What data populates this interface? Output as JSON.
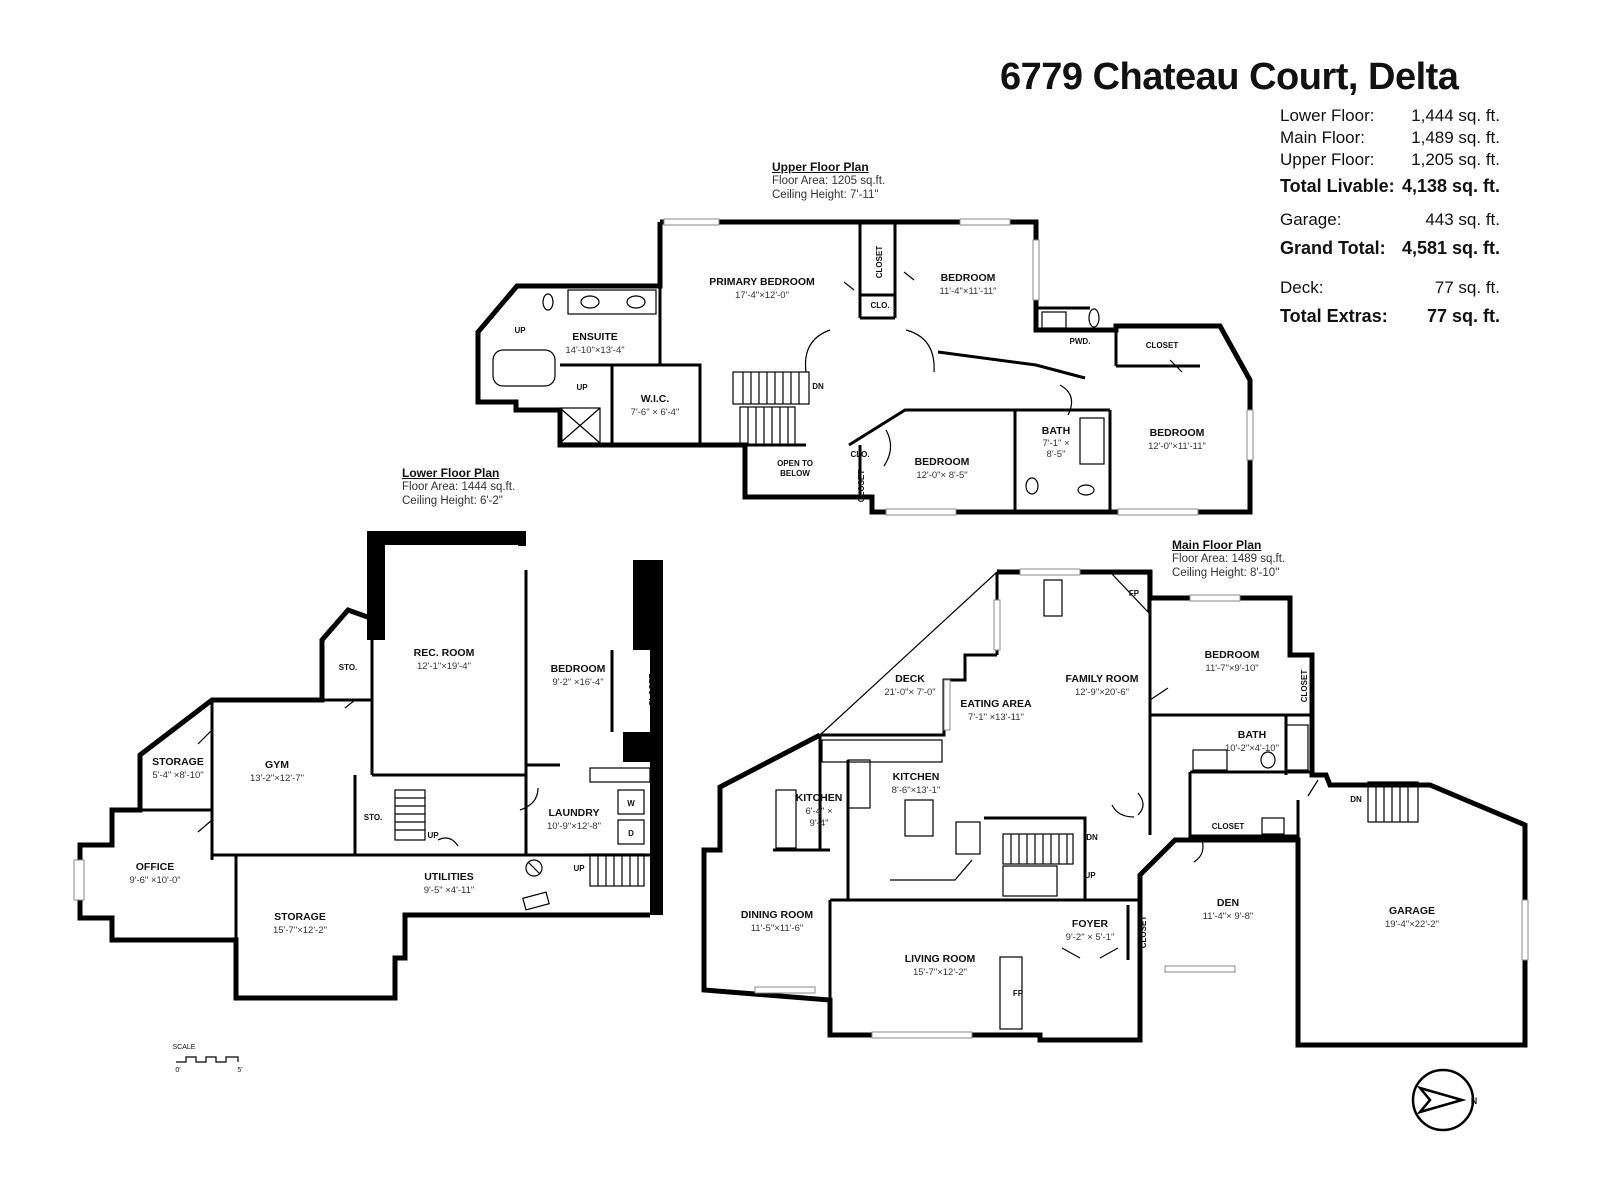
{
  "title": "6779 Chateau Court, Delta",
  "areas": [
    {
      "label": "Lower Floor:",
      "value": "1,444 sq. ft.",
      "bold": false
    },
    {
      "label": "Main Floor:",
      "value": "1,489 sq. ft.",
      "bold": false
    },
    {
      "label": "Upper Floor:",
      "value": "1,205 sq. ft.",
      "bold": false
    },
    {
      "label": "Total Livable:",
      "value": "4,138 sq. ft.",
      "bold": true
    },
    {
      "label": "Garage:",
      "value": "443 sq. ft.",
      "bold": false
    },
    {
      "label": "Grand Total:",
      "value": "4,581 sq. ft.",
      "bold": true
    },
    {
      "label": "Deck:",
      "value": "77 sq. ft.",
      "bold": false
    },
    {
      "label": "Total Extras:",
      "value": "77 sq. ft.",
      "bold": true
    }
  ],
  "upper": {
    "title": "Upper Floor Plan",
    "area": "Floor Area: 1205 sq.ft.",
    "ceiling": "Ceiling Height: 7'-11\"",
    "rooms": {
      "primary_name": "PRIMARY BEDROOM",
      "primary_dim": "17'-4\"×12'-0\"",
      "bed1_name": "BEDROOM",
      "bed1_dim": "11'-4\"×11'-11\"",
      "ensuite_name": "ENSUITE",
      "ensuite_dim": "14'-10\"×13'-4\"",
      "wic_name": "W.I.C.",
      "wic_dim": "7'-6\" × 6'-4\"",
      "pwd": "PWD.",
      "closet1": "CLOSET",
      "closet2": "CLOSET",
      "closet3": "CLOSET",
      "clo1": "CLO.",
      "clo2": "CLO.",
      "bed2_name": "BEDROOM",
      "bed2_dim": "12'-0\"×11'-11\"",
      "bed3_name": "BEDROOM",
      "bed3_dim": "12'-0\"× 8'-5\"",
      "bath_name": "BATH",
      "bath_dim1": "7'-1\" ×",
      "bath_dim2": "8'-5\"",
      "open1": "OPEN TO",
      "open2": "BELOW",
      "up1": "UP",
      "up2": "UP",
      "dn": "DN"
    }
  },
  "lower": {
    "title": "Lower Floor Plan",
    "area": "Floor Area: 1444 sq.ft.",
    "ceiling": "Ceiling Height: 6'-2\"",
    "rooms": {
      "rec_name": "REC. ROOM",
      "rec_dim": "12'-1\"×19'-4\"",
      "bed_name": "BEDROOM",
      "bed_dim": "9'-2\" ×16'-4\"",
      "sto1": "STO.",
      "sto2": "STO.",
      "closet": "CLOSET",
      "storage1_name": "STORAGE",
      "storage1_dim": "5'-4\" ×8'-10\"",
      "gym_name": "GYM",
      "gym_dim": "13'-2\"×12'-7\"",
      "laundry_name": "LAUNDRY",
      "laundry_dim": "10'-9\"×12'-8\"",
      "office_name": "OFFICE",
      "office_dim": "9'-6\" ×10'-0\"",
      "util_name": "UTILITIES",
      "util_dim": "9'-5\" ×4'-11\"",
      "storage2_name": "STORAGE",
      "storage2_dim": "15'-7\"×12'-2\"",
      "w": "W",
      "d": "D",
      "up1": "UP",
      "up2": "UP"
    }
  },
  "main": {
    "title": "Main Floor Plan",
    "area": "Floor Area: 1489 sq.ft.",
    "ceiling": "Ceiling Height: 8'-10\"",
    "rooms": {
      "deck_name": "DECK",
      "deck_dim": "21'-0\"× 7'-0\"",
      "eat_name": "EATING AREA",
      "eat_dim": "7'-1\" ×13'-11\"",
      "family_name": "FAMILY ROOM",
      "family_dim": "12'-9\"×20'-6\"",
      "bed_name": "BEDROOM",
      "bed_dim": "11'-7\"×9'-10\"",
      "bath_name": "BATH",
      "bath_dim": "10'-2\"×4'-10\"",
      "kitchen_name": "KITCHEN",
      "kitchen_dim": "8'-6\"×13'-1\"",
      "kit2_name": "KITCHEN",
      "kit2_dim1": "6'-4\" ×",
      "kit2_dim2": "9'-4\"",
      "dining_name": "DINING ROOM",
      "dining_dim": "11'-5\"×11'-6\"",
      "living_name": "LIVING ROOM",
      "living_dim": "15'-7\"×12'-2\"",
      "foyer_name": "FOYER",
      "foyer_dim": "9'-2\" × 5'-1\"",
      "den_name": "DEN",
      "den_dim": "11'-4\"× 9'-8\"",
      "garage_name": "GARAGE",
      "garage_dim": "19'-4\"×22'-2\"",
      "closet1": "CLOSET",
      "closet2": "CLOSET",
      "closet3": "CLOSET",
      "fp1": "FP",
      "fp2": "FP",
      "dn1": "DN",
      "dn2": "DN",
      "up": "UP"
    }
  },
  "scale": {
    "label": "SCALE",
    "zero": "0'",
    "five": "5'"
  },
  "north": "N"
}
